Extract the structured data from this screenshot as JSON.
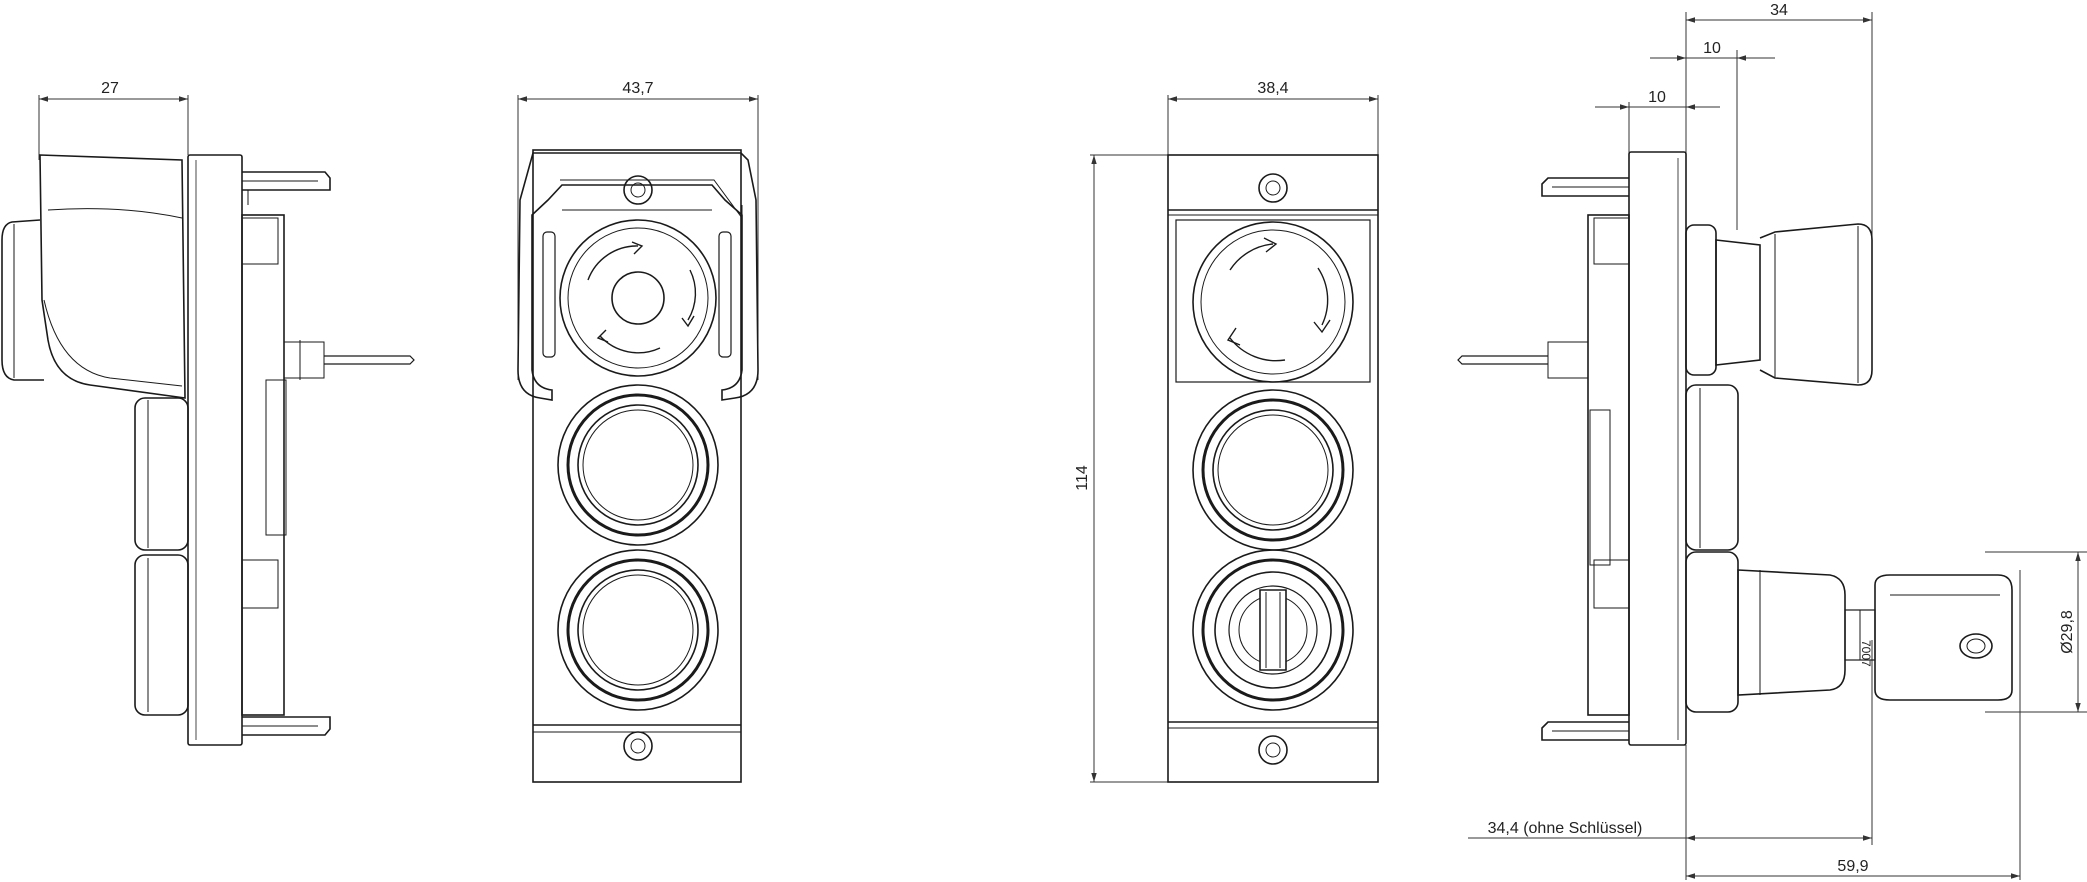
{
  "drawing": {
    "views": [
      {
        "id": "left-side-view",
        "dimension_label": "27"
      },
      {
        "id": "front-view-guard",
        "dimension_label": "43,7"
      },
      {
        "id": "front-view",
        "width_label": "38,4",
        "height_label": "114"
      },
      {
        "id": "right-side-view",
        "labels": [
          "34",
          "10",
          "10",
          "Ø29,8",
          "34,4 (ohne Schlüssel)",
          "59,9"
        ]
      }
    ],
    "key_text": "7007",
    "colors": {
      "line": "#1a1a1a",
      "dim_line": "#333333",
      "background": "#ffffff"
    }
  },
  "dims": {
    "d27": "27",
    "d43": "43,7",
    "d38": "38,4",
    "d114": "114",
    "d34": "34",
    "d10a": "10",
    "d10b": "10",
    "d298": "Ø29,8",
    "d344": "34,4 (ohne Schlüssel)",
    "d599": "59,9"
  }
}
